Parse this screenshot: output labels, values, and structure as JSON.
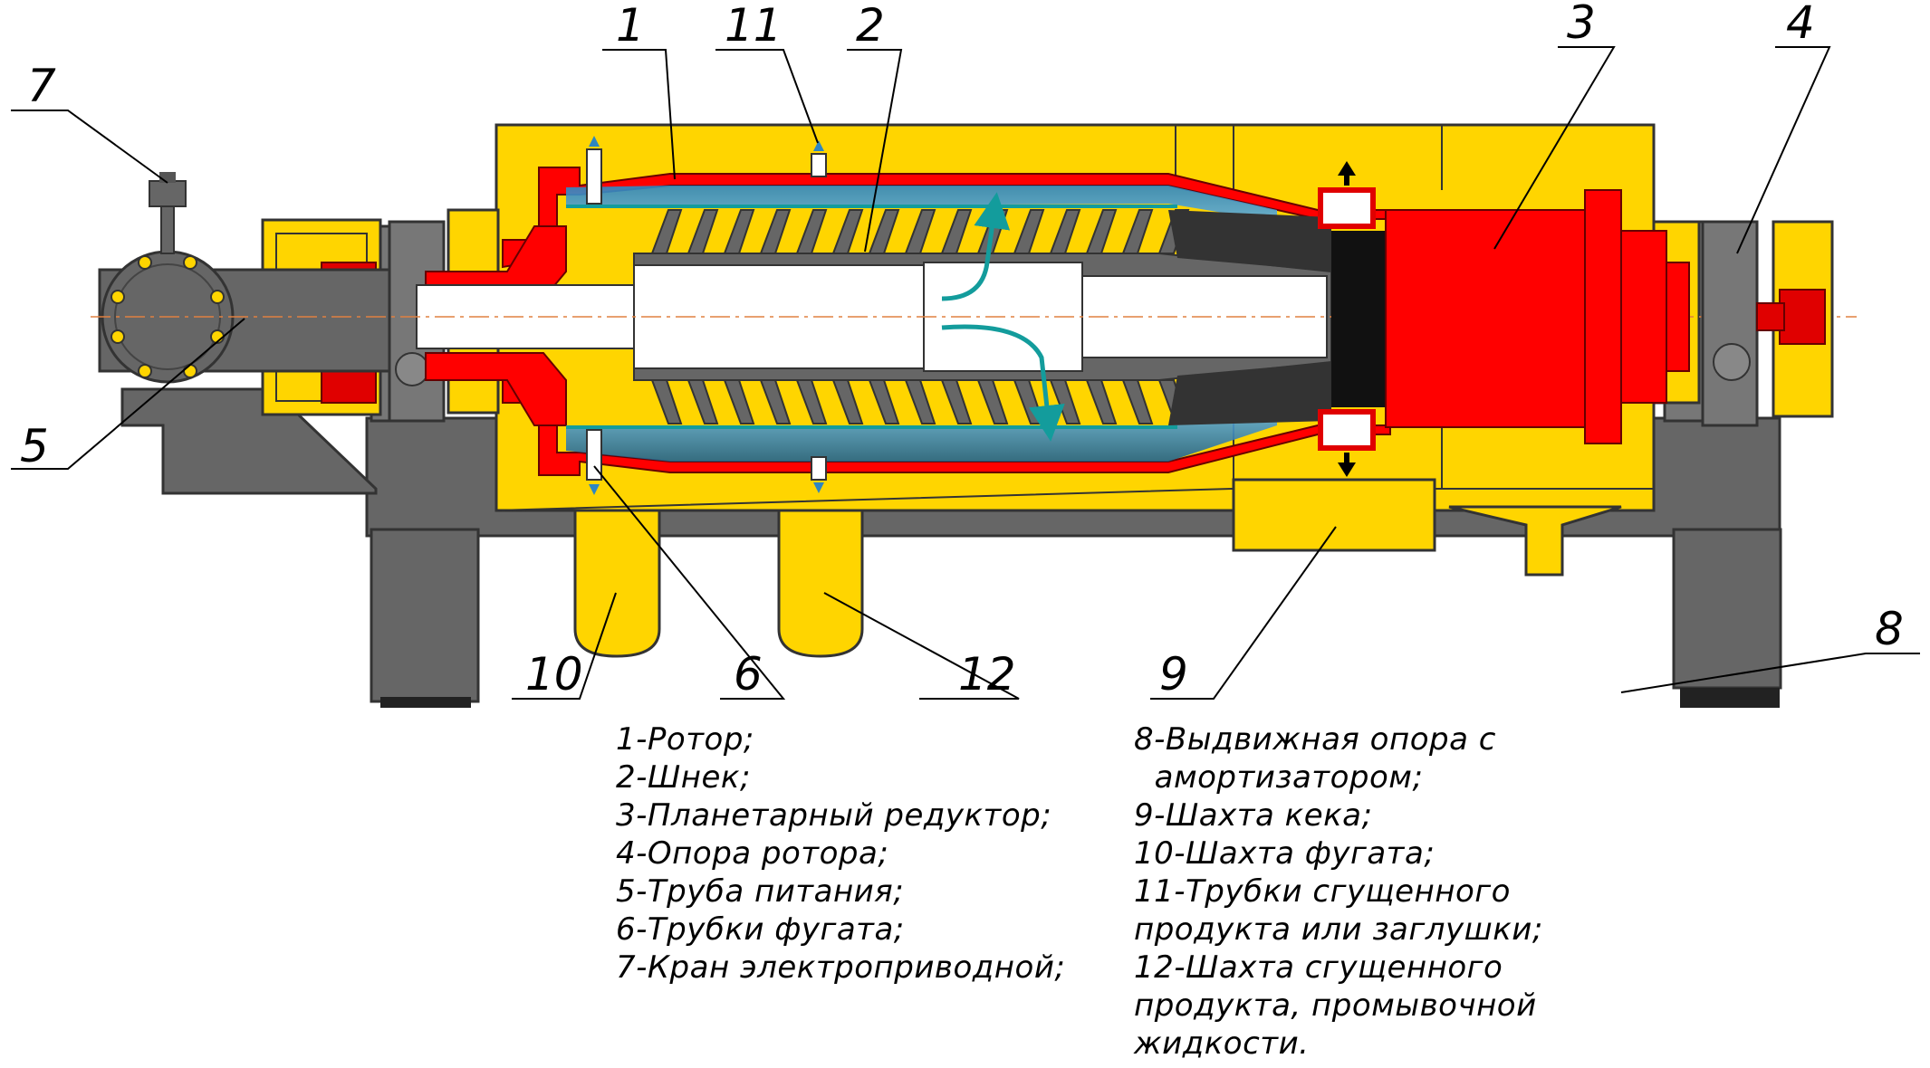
{
  "callouts": {
    "c1": "1",
    "c2": "2",
    "c3": "3",
    "c4": "4",
    "c5": "5",
    "c6": "6",
    "c7": "7",
    "c8": "8",
    "c9": "9",
    "c10": "10",
    "c11": "11",
    "c12": "12"
  },
  "legend_left": [
    "1-Ротор;",
    "2-Шнек;",
    "3-Планетарный редуктор;",
    "4-Опора ротора;",
    "5-Труба питания;",
    "6-Трубки фугата;",
    "7-Кран электроприводной;"
  ],
  "legend_right": [
    "8-Выдвижная опора с",
    "  амортизатором;",
    "9-Шахта кека;",
    "10-Шахта фугата;",
    "11-Трубки сгущенного",
    "продукта или заглушки;",
    "12-Шахта сгущенного",
    "продукта, промывочной",
    "жидкости."
  ],
  "colors": {
    "housing": "#FFD500",
    "rotor": "#FF0000",
    "frame": "#666666",
    "liquid": "#2E86C1",
    "flow_arrow": "#139C9C",
    "shaft": "#FFFFFF",
    "screw": "#555555"
  }
}
